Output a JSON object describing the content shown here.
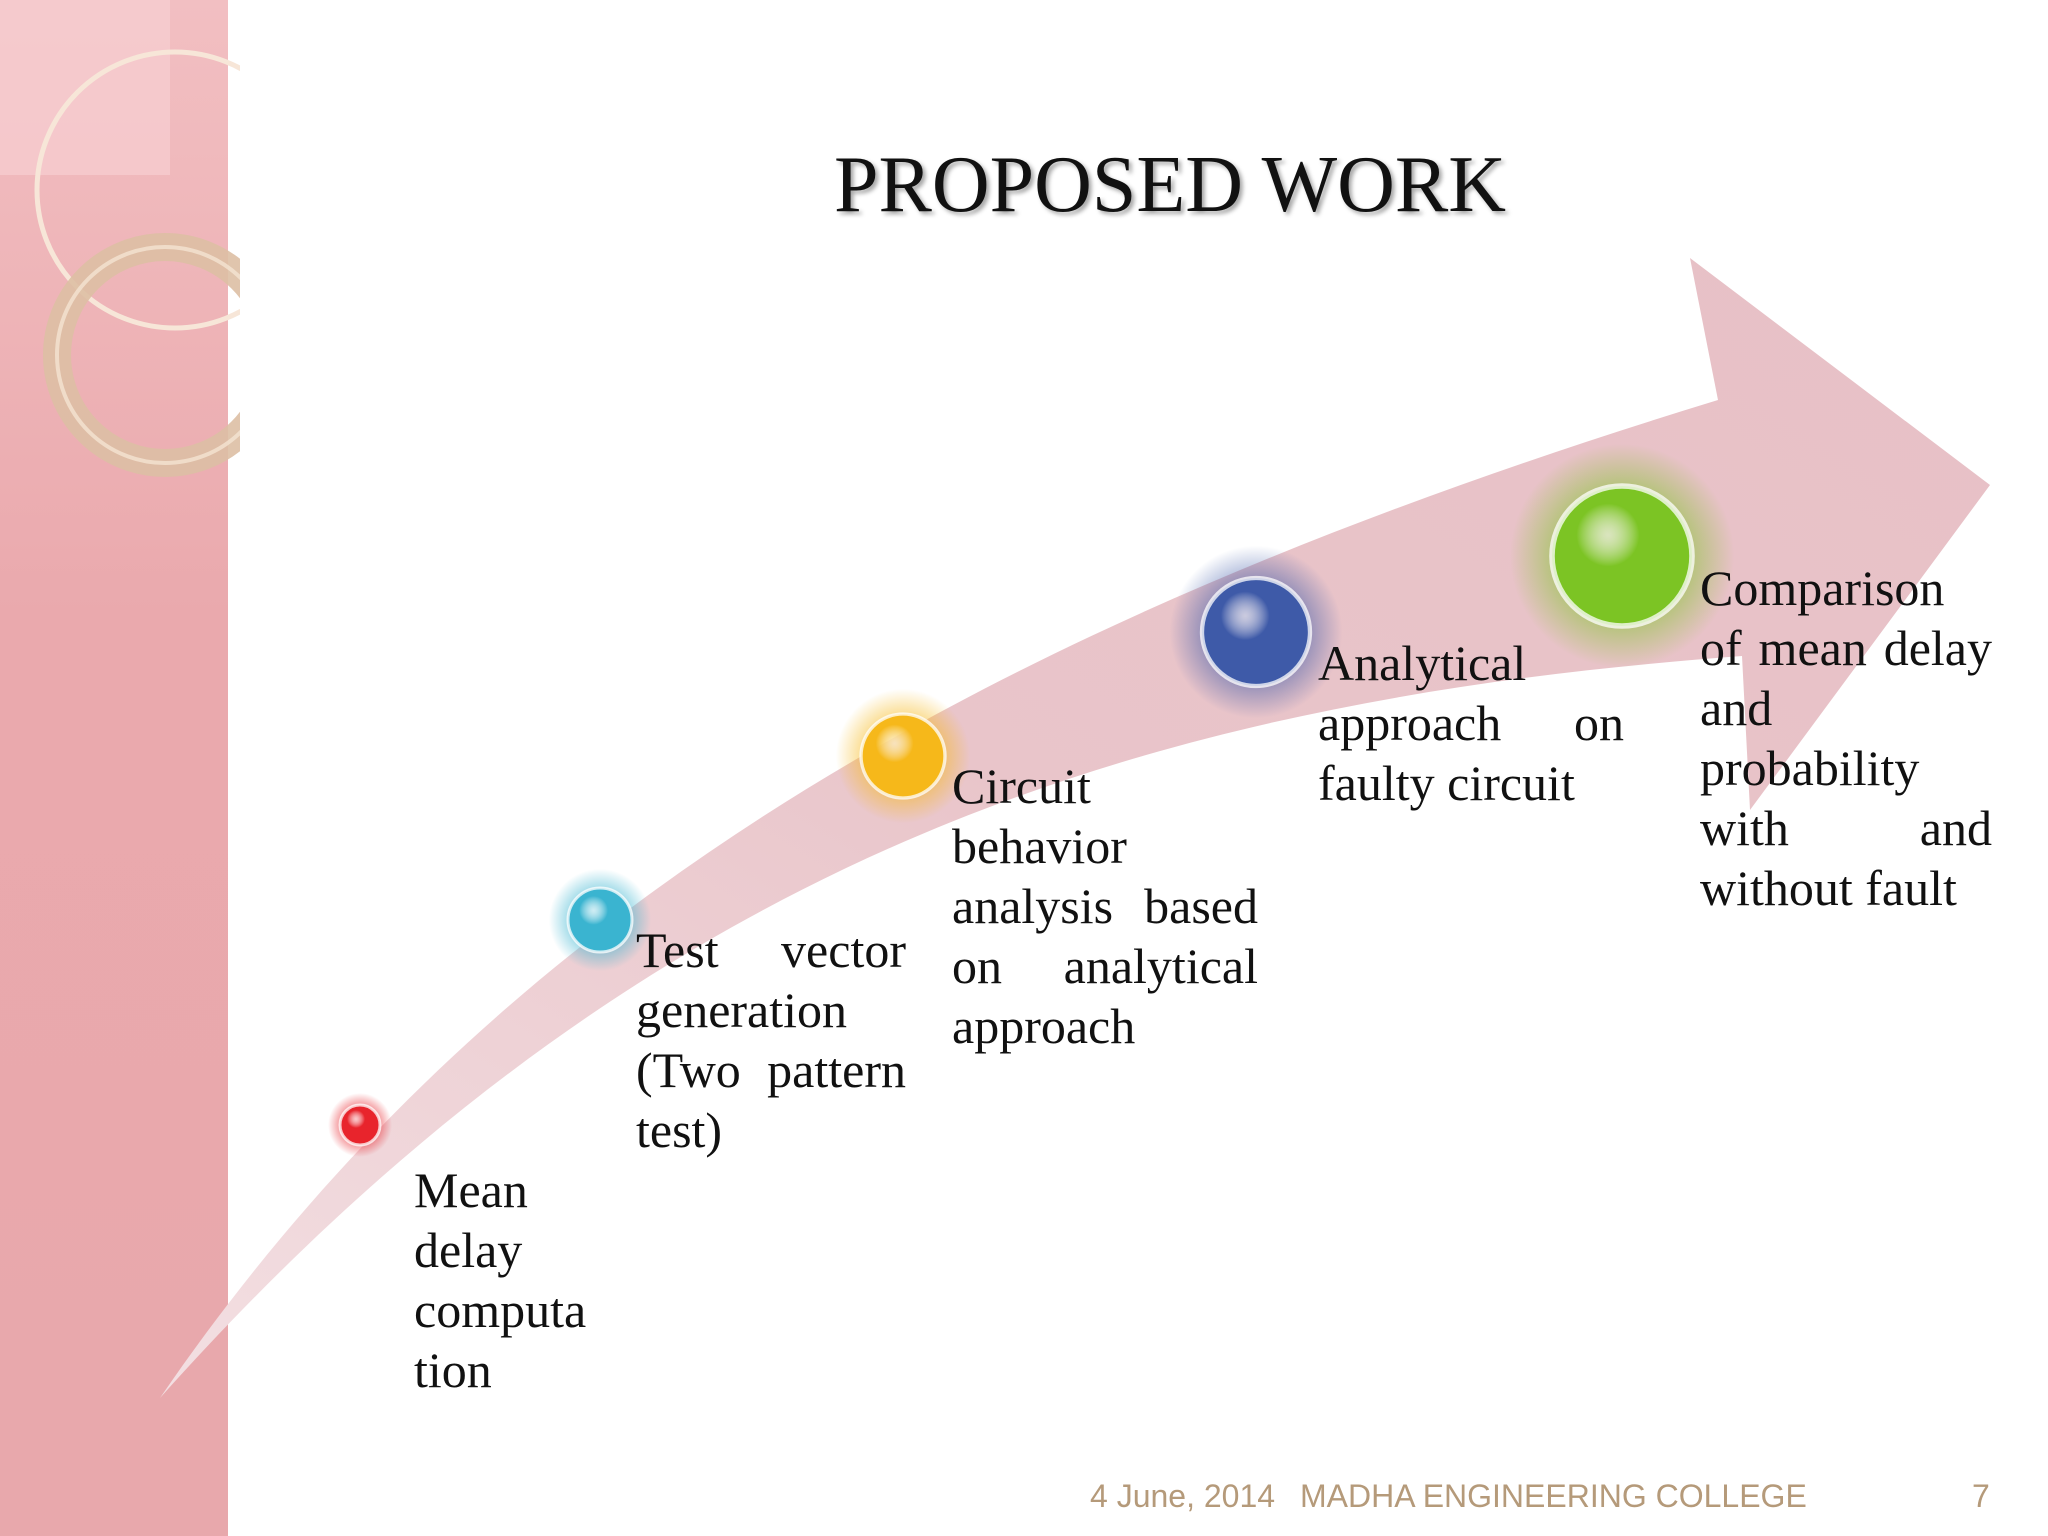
{
  "slide": {
    "title": "PROPOSED WORK",
    "footer": {
      "date": "4 June, 2014",
      "college": "MADHA ENGINEERING COLLEGE",
      "page_number": "7"
    }
  },
  "steps": [
    {
      "text": "Mean delay computa tion",
      "color": "#e8242c"
    },
    {
      "text": "Test vector generation (Two pattern test)",
      "color": "#3ab4d0"
    },
    {
      "text": "Circuit behavior analysis based on analytical approach",
      "color": "#f6b81a"
    },
    {
      "text": "Analytical approach on faulty circuit",
      "color": "#3e5aa8"
    },
    {
      "text": "Comparison of mean delay and probability with and without fault",
      "color": "#7cc424"
    }
  ],
  "colors": {
    "sidebar": "#eaa9ad",
    "arrow": "#e9c6cb",
    "footer_text": "#b59a7a"
  }
}
